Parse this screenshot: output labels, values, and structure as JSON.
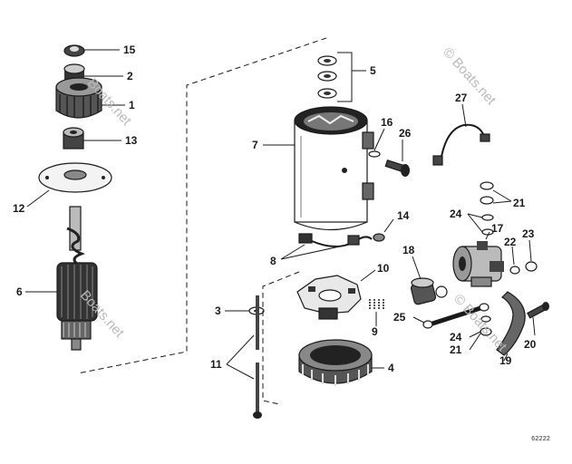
{
  "diagram": {
    "callouts": {
      "c1": "1",
      "c2": "2",
      "c3": "3",
      "c4": "4",
      "c5": "5",
      "c6": "6",
      "c7": "7",
      "c8": "8",
      "c9": "9",
      "c10": "10",
      "c11": "11",
      "c12": "12",
      "c13": "13",
      "c14": "14",
      "c15": "15",
      "c16": "16",
      "c17": "17",
      "c18": "18",
      "c19": "19",
      "c20": "20",
      "c21a": "21",
      "c21b": "21",
      "c22": "22",
      "c23": "23",
      "c24a": "24",
      "c24b": "24",
      "c25": "25",
      "c26": "26",
      "c27": "27"
    },
    "drawing_number": "62222",
    "watermarks": [
      "© Boats.net",
      "Boats.net",
      "Boats.net",
      "© Boats.net"
    ],
    "ink_color": "#1a1a1a",
    "background": "#ffffff"
  }
}
